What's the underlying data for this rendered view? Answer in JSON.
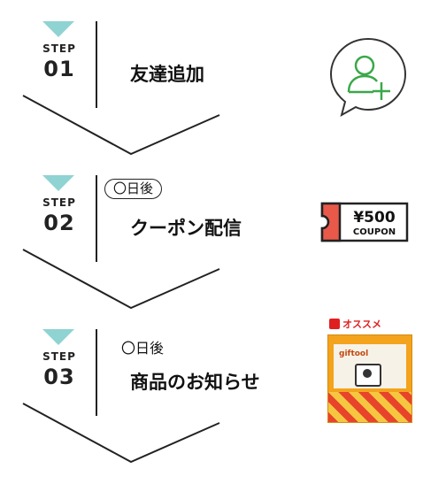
{
  "steps": [
    {
      "step_word": "STEP",
      "number": "01",
      "title": "友達追加",
      "timing": "",
      "icon": "add-friend-icon"
    },
    {
      "step_word": "STEP",
      "number": "02",
      "title": "クーポン配信",
      "timing": "〇日後",
      "icon": "coupon-icon"
    },
    {
      "step_word": "STEP",
      "number": "03",
      "title": "商品のお知らせ",
      "timing": "〇日後",
      "icon": "recommended-product-image"
    }
  ],
  "coupon": {
    "amount": "¥500",
    "label": "COUPON"
  },
  "recommend": {
    "badge": "オススメ",
    "brand": "giftool"
  },
  "colors": {
    "triangle": "#8fd3d3",
    "icon_green": "#3aa84a",
    "coupon_red": "#e8594a",
    "badge_red": "#e02020"
  }
}
